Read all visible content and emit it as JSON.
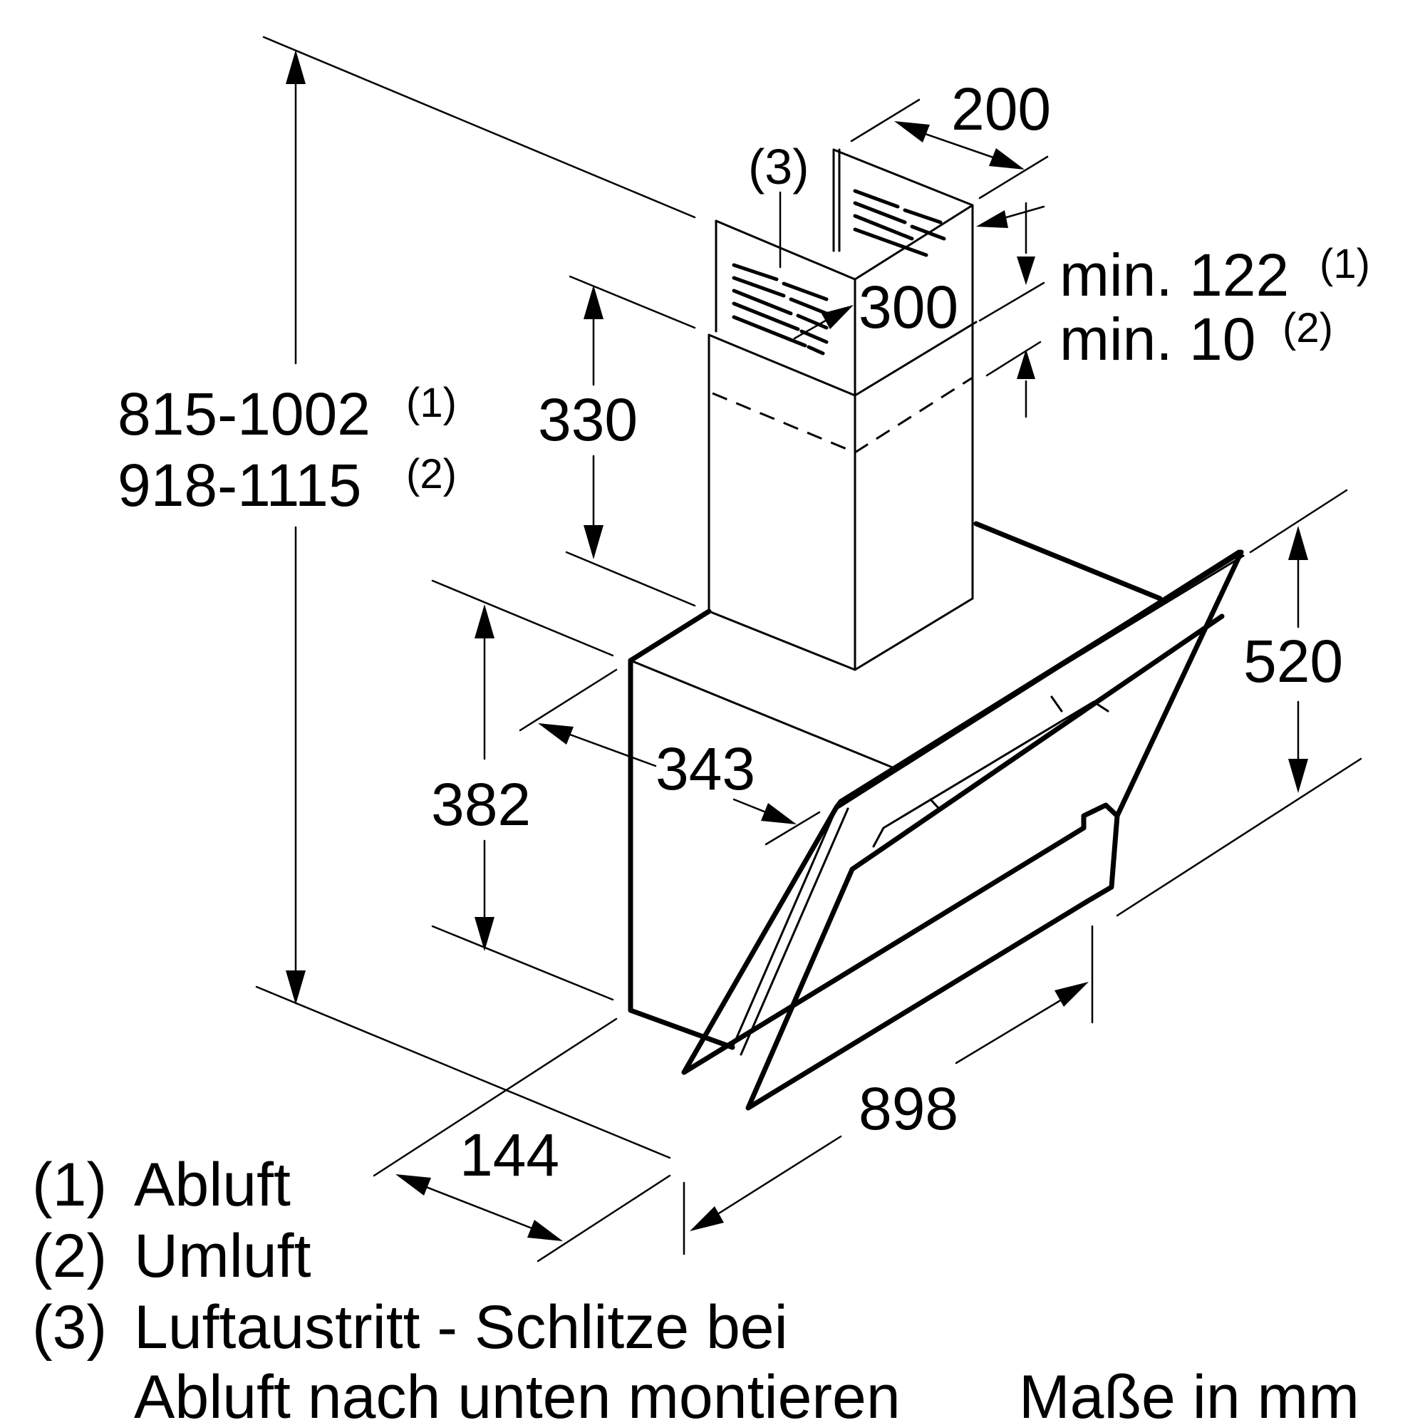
{
  "dimensions": {
    "total_height_exhaust": "815-1002",
    "total_height_exhaust_note": "(1)",
    "total_height_recirc": "918-1115",
    "total_height_recirc_note": "(2)",
    "chimney_upper_height": "330",
    "body_height": "382",
    "body_depth": "343",
    "chimney_width": "200",
    "chimney_depth": "300",
    "min_exhaust": "min. 122",
    "min_exhaust_note": "(1)",
    "min_recirc": "min. 10",
    "min_recirc_note": "(2)",
    "slot_marker": "(3)",
    "front_height": "520",
    "width": "898",
    "glass_offset": "144"
  },
  "legend": [
    {
      "marker": "(1)",
      "text": "Abluft"
    },
    {
      "marker": "(2)",
      "text": "Umluft"
    },
    {
      "marker": "(3)",
      "text": "Luftaustritt - Schlitze bei"
    }
  ],
  "legend_continuation": "Abluft nach unten montieren",
  "units_note": "Maße in mm"
}
